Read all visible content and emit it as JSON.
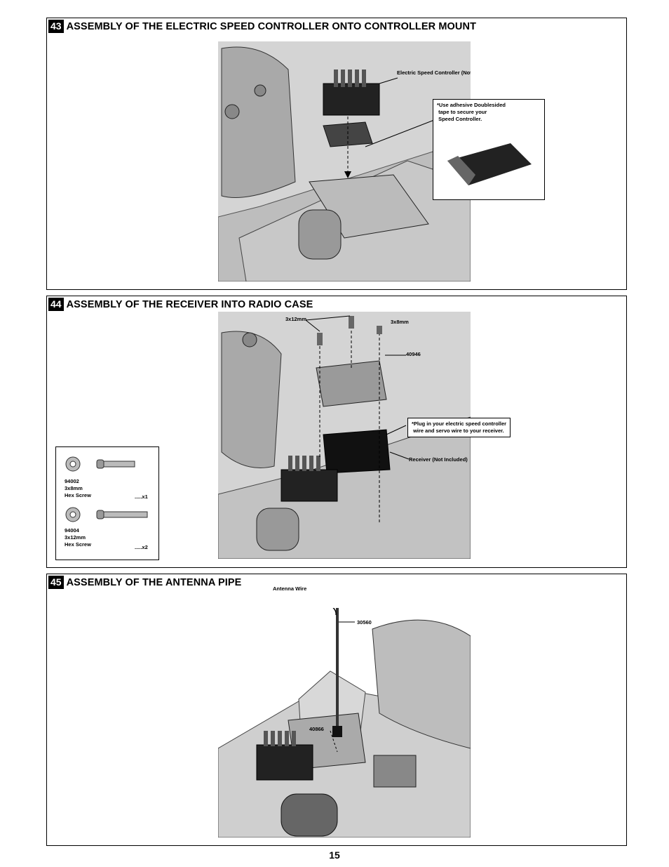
{
  "steps": [
    {
      "number": "43",
      "title": "ASSEMBLY OF THE ELECTRIC SPEED CONTROLLER ONTO CONTROLLER MOUNT",
      "labels": {
        "esc": "Electric Speed Controller (Not Included)"
      },
      "note": [
        "*Use adhesive Doublesided",
        " tape to secure your",
        " Speed Controller."
      ]
    },
    {
      "number": "44",
      "title": "ASSEMBLY OF THE RECEIVER INTO RADIO CASE",
      "labels": {
        "screw_a": "3x12mm",
        "screw_b": "3x8mm",
        "case": "40946",
        "receiver": "Receiver (Not Included)"
      },
      "note": [
        "*Plug in your electric speed controller",
        " wire and servo wire to your receiver."
      ],
      "parts": [
        {
          "code": "94002",
          "size": "3x8mm",
          "name": "Hex Screw",
          "qty": ".....x1"
        },
        {
          "code": "94004",
          "size": "3x12mm",
          "name": "Hex Screw",
          "qty": ".....x2"
        }
      ]
    },
    {
      "number": "45",
      "title": "ASSEMBLY OF THE ANTENNA PIPE",
      "labels": {
        "antenna_wire": "Antenna Wire",
        "pipe": "30560",
        "cap": "40866"
      }
    }
  ],
  "page_number": "15"
}
